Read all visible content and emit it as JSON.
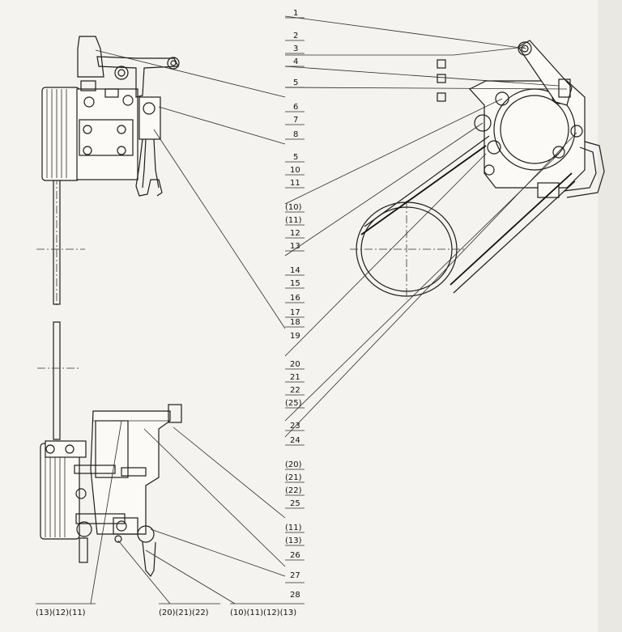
{
  "callouts": [
    {
      "id": "c1",
      "text": "1"
    },
    {
      "id": "c2",
      "text": "2"
    },
    {
      "id": "c3",
      "text": "3"
    },
    {
      "id": "c4",
      "text": "4"
    },
    {
      "id": "c5",
      "text": "5"
    },
    {
      "id": "c6",
      "text": "6"
    },
    {
      "id": "c7",
      "text": "7"
    },
    {
      "id": "c8",
      "text": "8"
    },
    {
      "id": "c9",
      "text": "5"
    },
    {
      "id": "c10",
      "text": "10"
    },
    {
      "id": "c11",
      "text": "11"
    },
    {
      "id": "c12",
      "text": "(10)"
    },
    {
      "id": "c13",
      "text": "(11)"
    },
    {
      "id": "c14",
      "text": "12"
    },
    {
      "id": "c15",
      "text": "13"
    },
    {
      "id": "c16",
      "text": "14"
    },
    {
      "id": "c17",
      "text": "15"
    },
    {
      "id": "c18",
      "text": "16"
    },
    {
      "id": "c19",
      "text": "17"
    },
    {
      "id": "c20",
      "text": "18"
    },
    {
      "id": "c21",
      "text": "19"
    },
    {
      "id": "c22",
      "text": "20"
    },
    {
      "id": "c23",
      "text": "21"
    },
    {
      "id": "c24",
      "text": "22"
    },
    {
      "id": "c25",
      "text": "(25)"
    },
    {
      "id": "c26",
      "text": "23"
    },
    {
      "id": "c27",
      "text": "24"
    },
    {
      "id": "c28",
      "text": "(20)"
    },
    {
      "id": "c29",
      "text": "(21)"
    },
    {
      "id": "c30",
      "text": "(22)"
    },
    {
      "id": "c31",
      "text": "25"
    },
    {
      "id": "c32",
      "text": "(11)"
    },
    {
      "id": "c33",
      "text": "(13)"
    },
    {
      "id": "c34",
      "text": "26"
    },
    {
      "id": "c35",
      "text": "27"
    },
    {
      "id": "c36",
      "text": "28"
    }
  ],
  "bottom_labels": {
    "group_a": "(13)(12)(11)",
    "group_b": "(20)(21)(22)",
    "group_c": "(10)(11)(12)(13)"
  }
}
